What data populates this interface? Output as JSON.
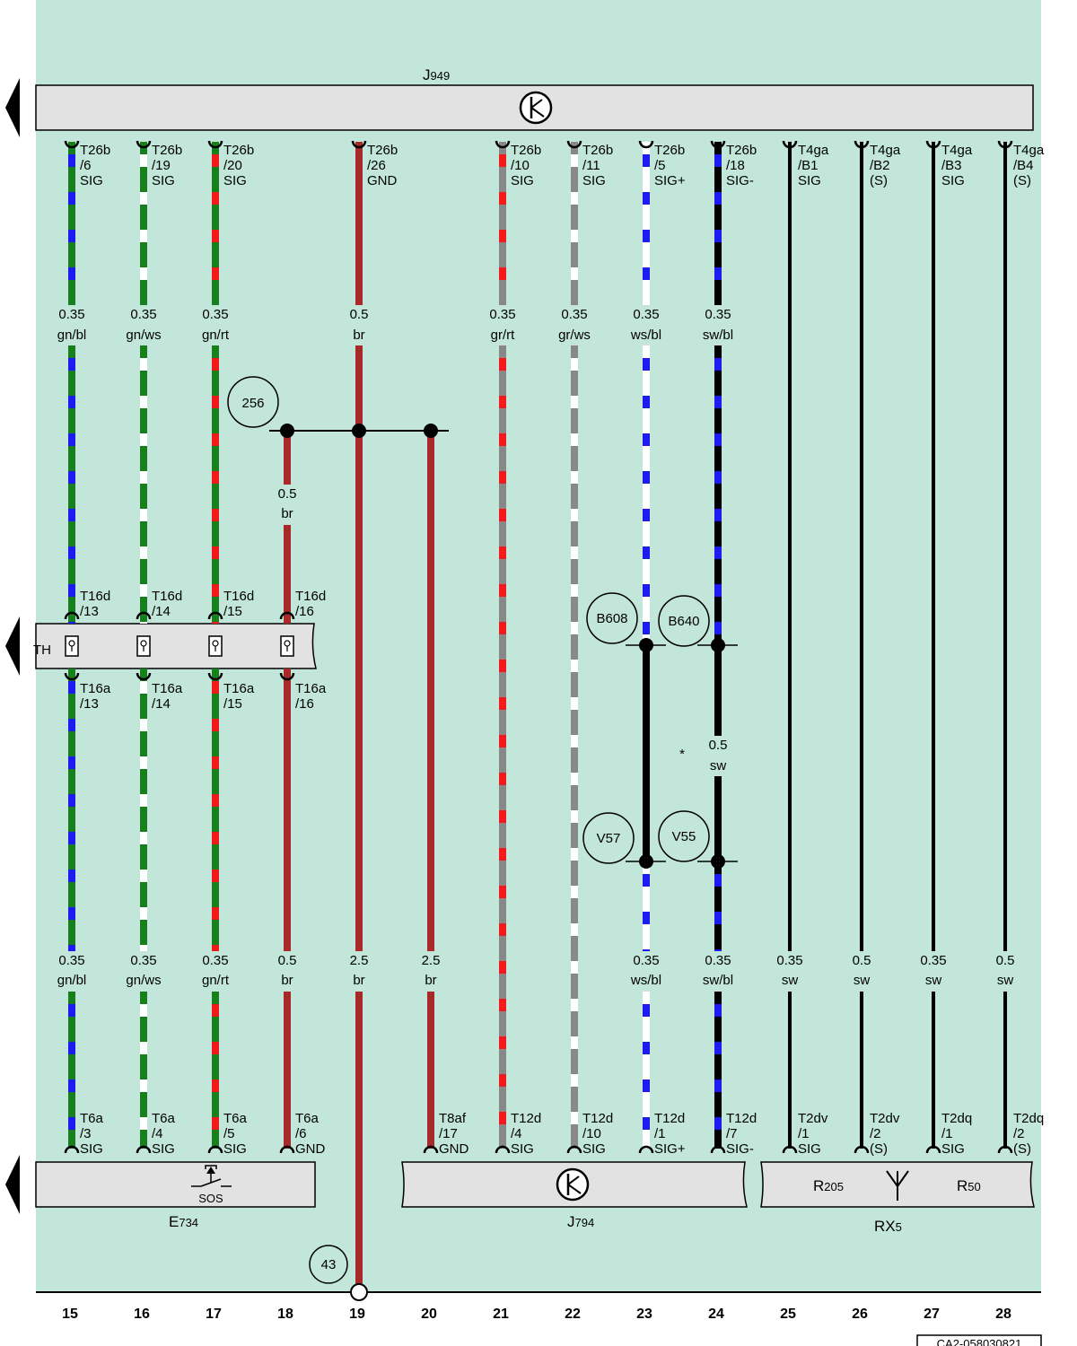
{
  "colors": {
    "background": "#c2e6d9",
    "component_fill": "#e2e2e2",
    "gn": "#17801c",
    "bl": "#1b1bf2",
    "ws": "#ffffff",
    "rt": "#f21a1a",
    "br": "#a62a2a",
    "gr": "#888888",
    "sw": "#000000"
  },
  "icons": {
    "j949": "electronic-control-unit-icon",
    "e734": "sos-pushbutton-icon",
    "j794": "electronic-control-unit-icon",
    "rx5": "antenna-icon"
  },
  "components": {
    "j949": {
      "label": "J",
      "sub": "949"
    },
    "th": {
      "label": "TH"
    },
    "e734": {
      "label": "E",
      "sub": "734",
      "icon_text": "SOS"
    },
    "j794": {
      "label": "J",
      "sub": "794"
    },
    "rx5": {
      "label": "RX",
      "sub": "5",
      "r205": "R",
      "r205_sub": "205",
      "r50": "R",
      "r50_sub": "50"
    }
  },
  "wires": [
    {
      "id": "w15",
      "col": "15",
      "top_pin": [
        "T26b",
        "/6",
        "SIG"
      ],
      "upper_spec": [
        "0.35",
        "gn/bl"
      ],
      "th_top": [
        "T16d",
        "/13"
      ],
      "th_bottom": [
        "T16a",
        "/13"
      ],
      "lower_spec": [
        "0.35",
        "gn/bl"
      ],
      "bottom_pin": [
        "T6a",
        "/3",
        "SIG"
      ]
    },
    {
      "id": "w16",
      "col": "16",
      "top_pin": [
        "T26b",
        "/19",
        "SIG"
      ],
      "upper_spec": [
        "0.35",
        "gn/ws"
      ],
      "th_top": [
        "T16d",
        "/14"
      ],
      "th_bottom": [
        "T16a",
        "/14"
      ],
      "lower_spec": [
        "0.35",
        "gn/ws"
      ],
      "bottom_pin": [
        "T6a",
        "/4",
        "SIG"
      ]
    },
    {
      "id": "w17",
      "col": "17",
      "top_pin": [
        "T26b",
        "/20",
        "SIG"
      ],
      "upper_spec": [
        "0.35",
        "gn/rt"
      ],
      "th_top": [
        "T16d",
        "/15"
      ],
      "th_bottom": [
        "T16a",
        "/15"
      ],
      "lower_spec": [
        "0.35",
        "gn/rt"
      ],
      "bottom_pin": [
        "T6a",
        "/5",
        "SIG"
      ]
    },
    {
      "id": "w18",
      "col": "18",
      "branch_spec": [
        "0.5",
        "br"
      ],
      "th_top": [
        "T16d",
        "/16"
      ],
      "th_bottom": [
        "T16a",
        "/16"
      ],
      "lower_spec": [
        "0.5",
        "br"
      ],
      "bottom_pin": [
        "T6a",
        "/6",
        "GND"
      ]
    },
    {
      "id": "w19",
      "col": "19",
      "top_pin": [
        "T26b",
        "/26",
        "GND"
      ],
      "upper_spec": [
        "0.5",
        "br"
      ],
      "lower_spec": [
        "2.5",
        "br"
      ],
      "ground_ref": "43"
    },
    {
      "id": "w20",
      "col": "20",
      "lower_spec": [
        "2.5",
        "br"
      ],
      "bottom_pin": [
        "T8af",
        "/17",
        "GND"
      ]
    },
    {
      "id": "w21",
      "col": "21",
      "top_pin": [
        "T26b",
        "/10",
        "SIG"
      ],
      "upper_spec": [
        "0.35",
        "gr/rt"
      ],
      "bottom_pin": [
        "T12d",
        "/4",
        "SIG"
      ]
    },
    {
      "id": "w22",
      "col": "22",
      "top_pin": [
        "T26b",
        "/11",
        "SIG"
      ],
      "upper_spec": [
        "0.35",
        "gr/ws"
      ],
      "bottom_pin": [
        "T12d",
        "/10",
        "SIG"
      ]
    },
    {
      "id": "w23",
      "col": "23",
      "top_pin": [
        "T26b",
        "/5",
        "SIG+"
      ],
      "upper_spec": [
        "0.35",
        "ws/bl"
      ],
      "lower_spec": [
        "0.35",
        "ws/bl"
      ],
      "bottom_pin": [
        "T12d",
        "/1",
        "SIG+"
      ]
    },
    {
      "id": "w24",
      "col": "24",
      "top_pin": [
        "T26b",
        "/18",
        "SIG-"
      ],
      "upper_spec": [
        "0.35",
        "sw/bl"
      ],
      "mid_spec": [
        "0.5",
        "sw"
      ],
      "lower_spec": [
        "0.35",
        "sw/bl"
      ],
      "bottom_pin": [
        "T12d",
        "/7",
        "SIG-"
      ]
    },
    {
      "id": "w25",
      "col": "25",
      "top_pin": [
        "T4ga",
        "/B1",
        "SIG"
      ],
      "lower_spec": [
        "0.35",
        "sw"
      ],
      "bottom_pin": [
        "T2dv",
        "/1",
        "SIG"
      ]
    },
    {
      "id": "w26",
      "col": "26",
      "top_pin": [
        "T4ga",
        "/B2",
        "(S)"
      ],
      "lower_spec": [
        "0.5",
        "sw"
      ],
      "bottom_pin": [
        "T2dv",
        "/2",
        "(S)"
      ]
    },
    {
      "id": "w27",
      "col": "27",
      "top_pin": [
        "T4ga",
        "/B3",
        "SIG"
      ],
      "lower_spec": [
        "0.35",
        "sw"
      ],
      "bottom_pin": [
        "T2dq",
        "/1",
        "SIG"
      ]
    },
    {
      "id": "w28",
      "col": "28",
      "top_pin": [
        "T4ga",
        "/B4",
        "(S)"
      ],
      "lower_spec": [
        "0.5",
        "sw"
      ],
      "bottom_pin": [
        "T2dq",
        "/2",
        "(S)"
      ]
    }
  ],
  "refs": [
    "256",
    "B608",
    "B640",
    "V57",
    "V55",
    "43"
  ],
  "asterisk": "*",
  "drawing_code": "CA2-058030821"
}
